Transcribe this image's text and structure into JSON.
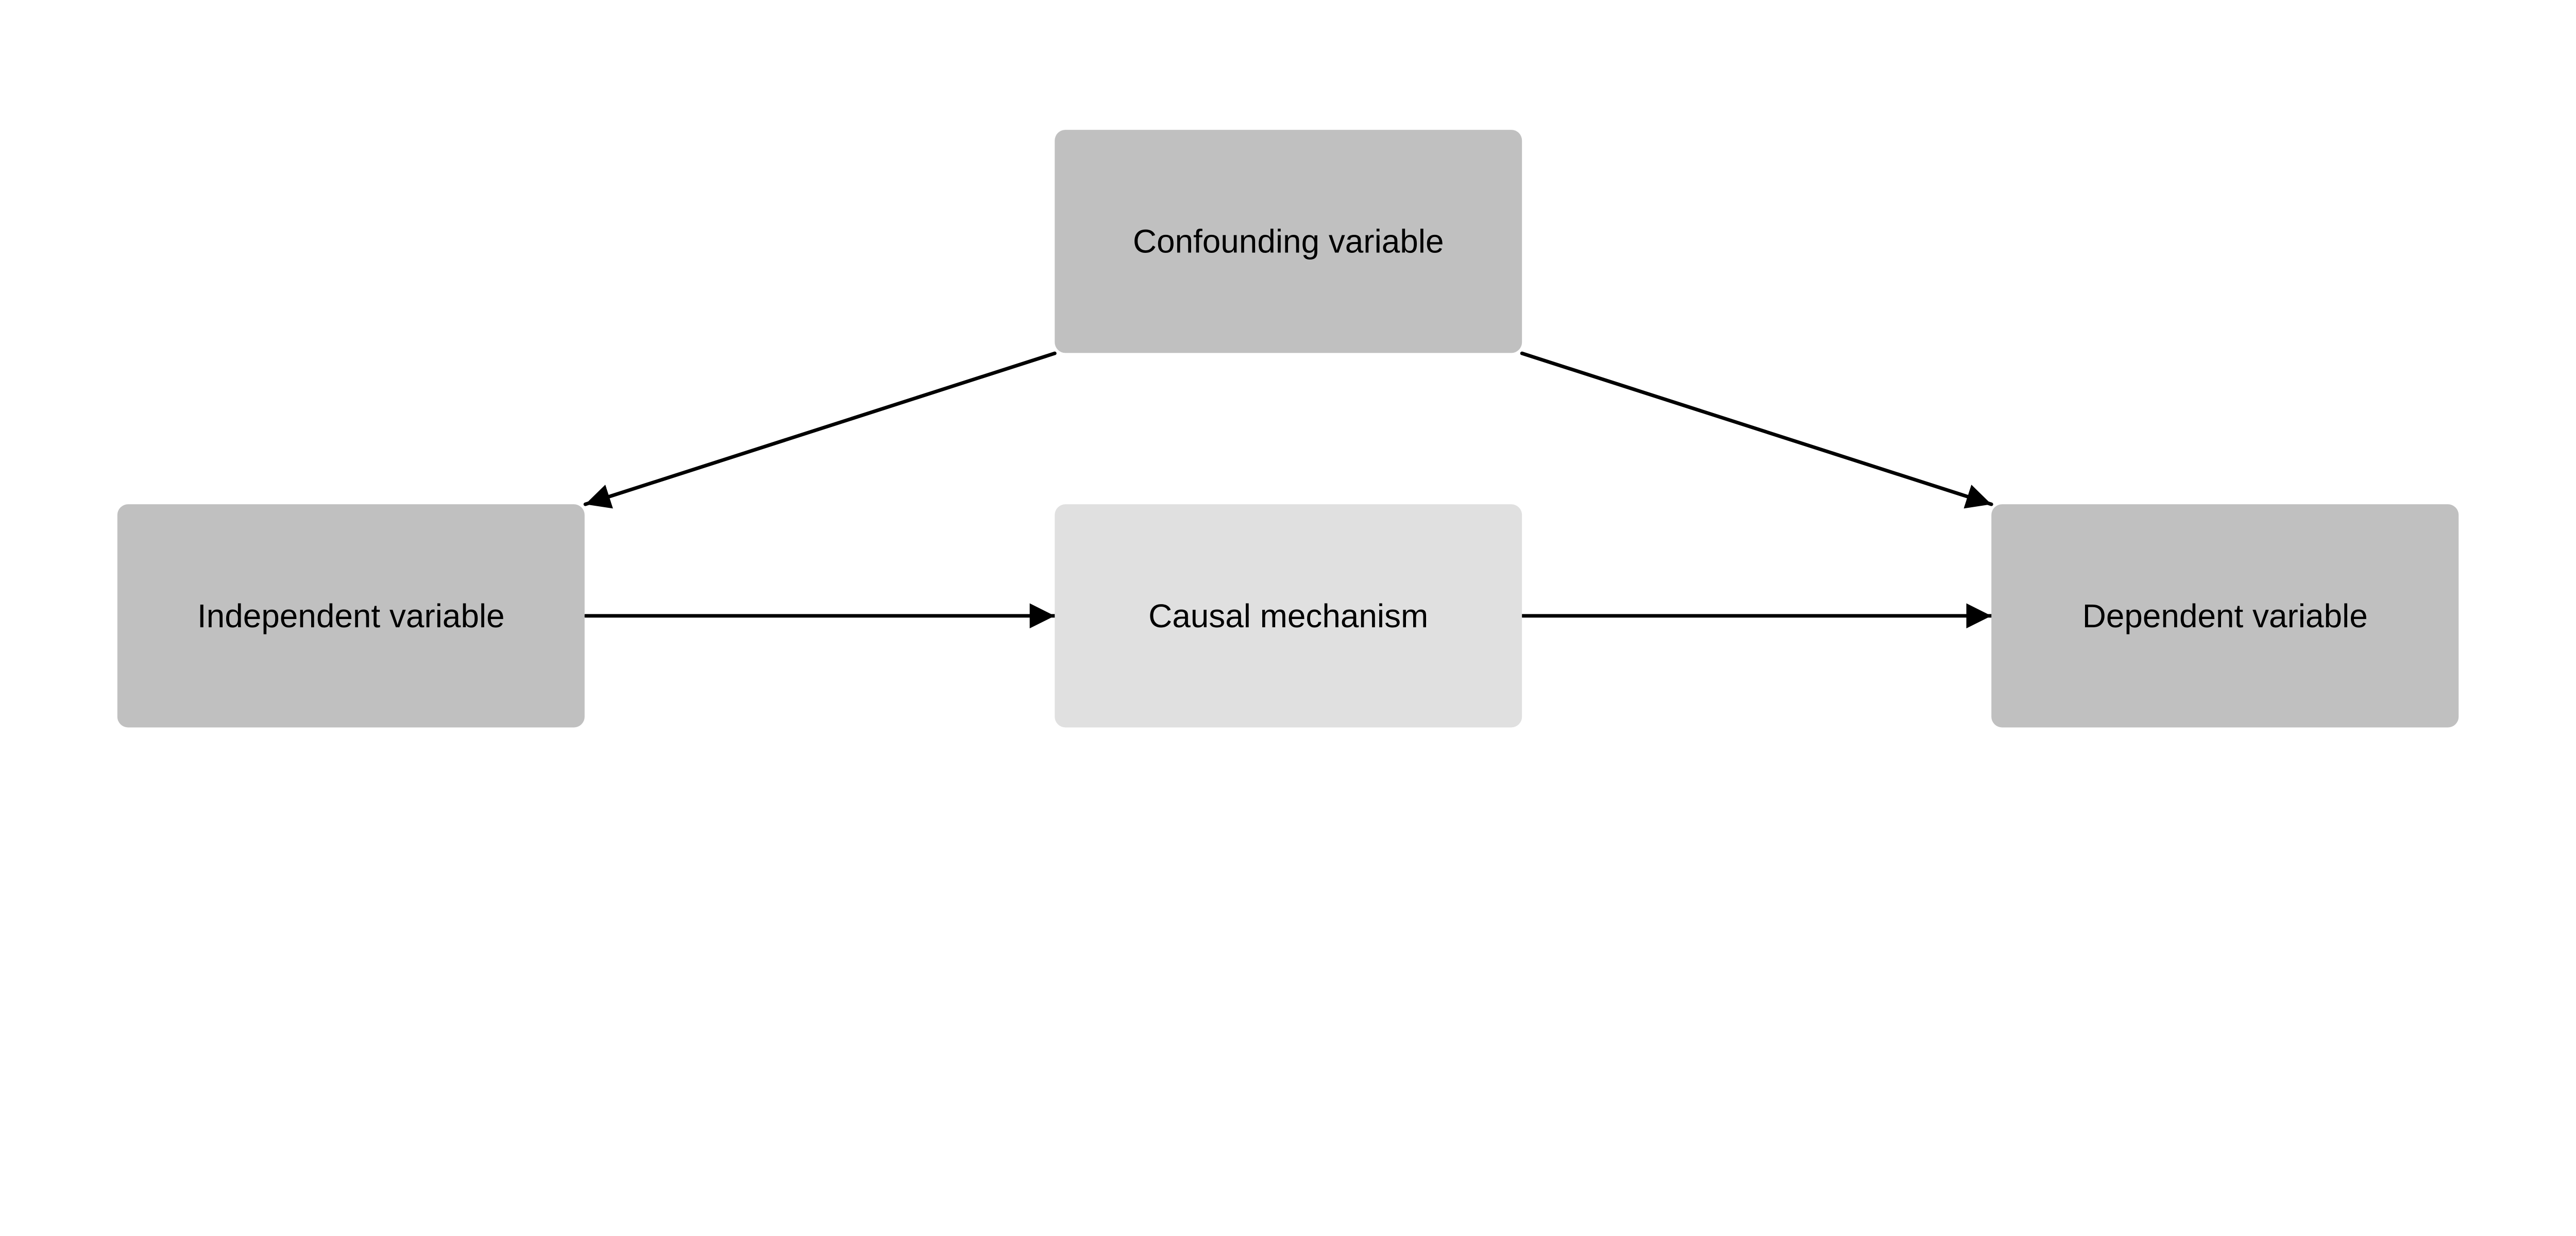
{
  "colors": {
    "node_dark": "#c0c0c0",
    "node_light": "#e0e0e0",
    "edge": "#000000",
    "background": "#ffffff"
  },
  "nodes": [
    {
      "id": "confounding",
      "label": "Confounding variable",
      "fill": "node_dark"
    },
    {
      "id": "independent",
      "label": "Independent variable",
      "fill": "node_dark"
    },
    {
      "id": "mechanism",
      "label": "Causal mechanism",
      "fill": "node_light"
    },
    {
      "id": "dependent",
      "label": "Dependent variable",
      "fill": "node_dark"
    }
  ],
  "edges": [
    {
      "from": "confounding",
      "to": "independent"
    },
    {
      "from": "confounding",
      "to": "dependent"
    },
    {
      "from": "independent",
      "to": "mechanism"
    },
    {
      "from": "mechanism",
      "to": "dependent"
    }
  ]
}
